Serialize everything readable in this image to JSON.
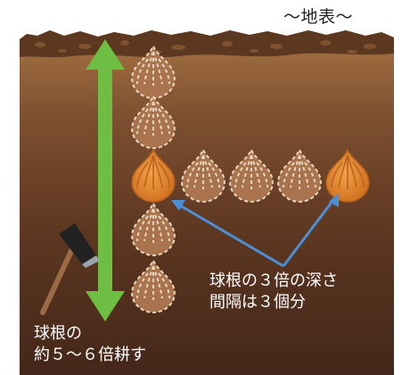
{
  "labels": {
    "surface": "〜地表〜",
    "depth_line1": "球根の３倍の深さ",
    "depth_line2": "間隔は３個分",
    "tilling_line1": "球根の",
    "tilling_line2": "約５〜６倍耕す"
  },
  "colors": {
    "soil_top": "#9a6a3c",
    "soil_bottom": "#4a2a17",
    "crust": "#5a341c",
    "bulb_planted": "#d9822c",
    "bulb_ghost": "#a9744d",
    "green_arrow": "#6fbe44",
    "blue_arrow": "#4a90d9"
  },
  "icons": [
    "hoe-icon",
    "bulb-icon",
    "double-arrow-icon",
    "pointer-arrow-icon"
  ]
}
